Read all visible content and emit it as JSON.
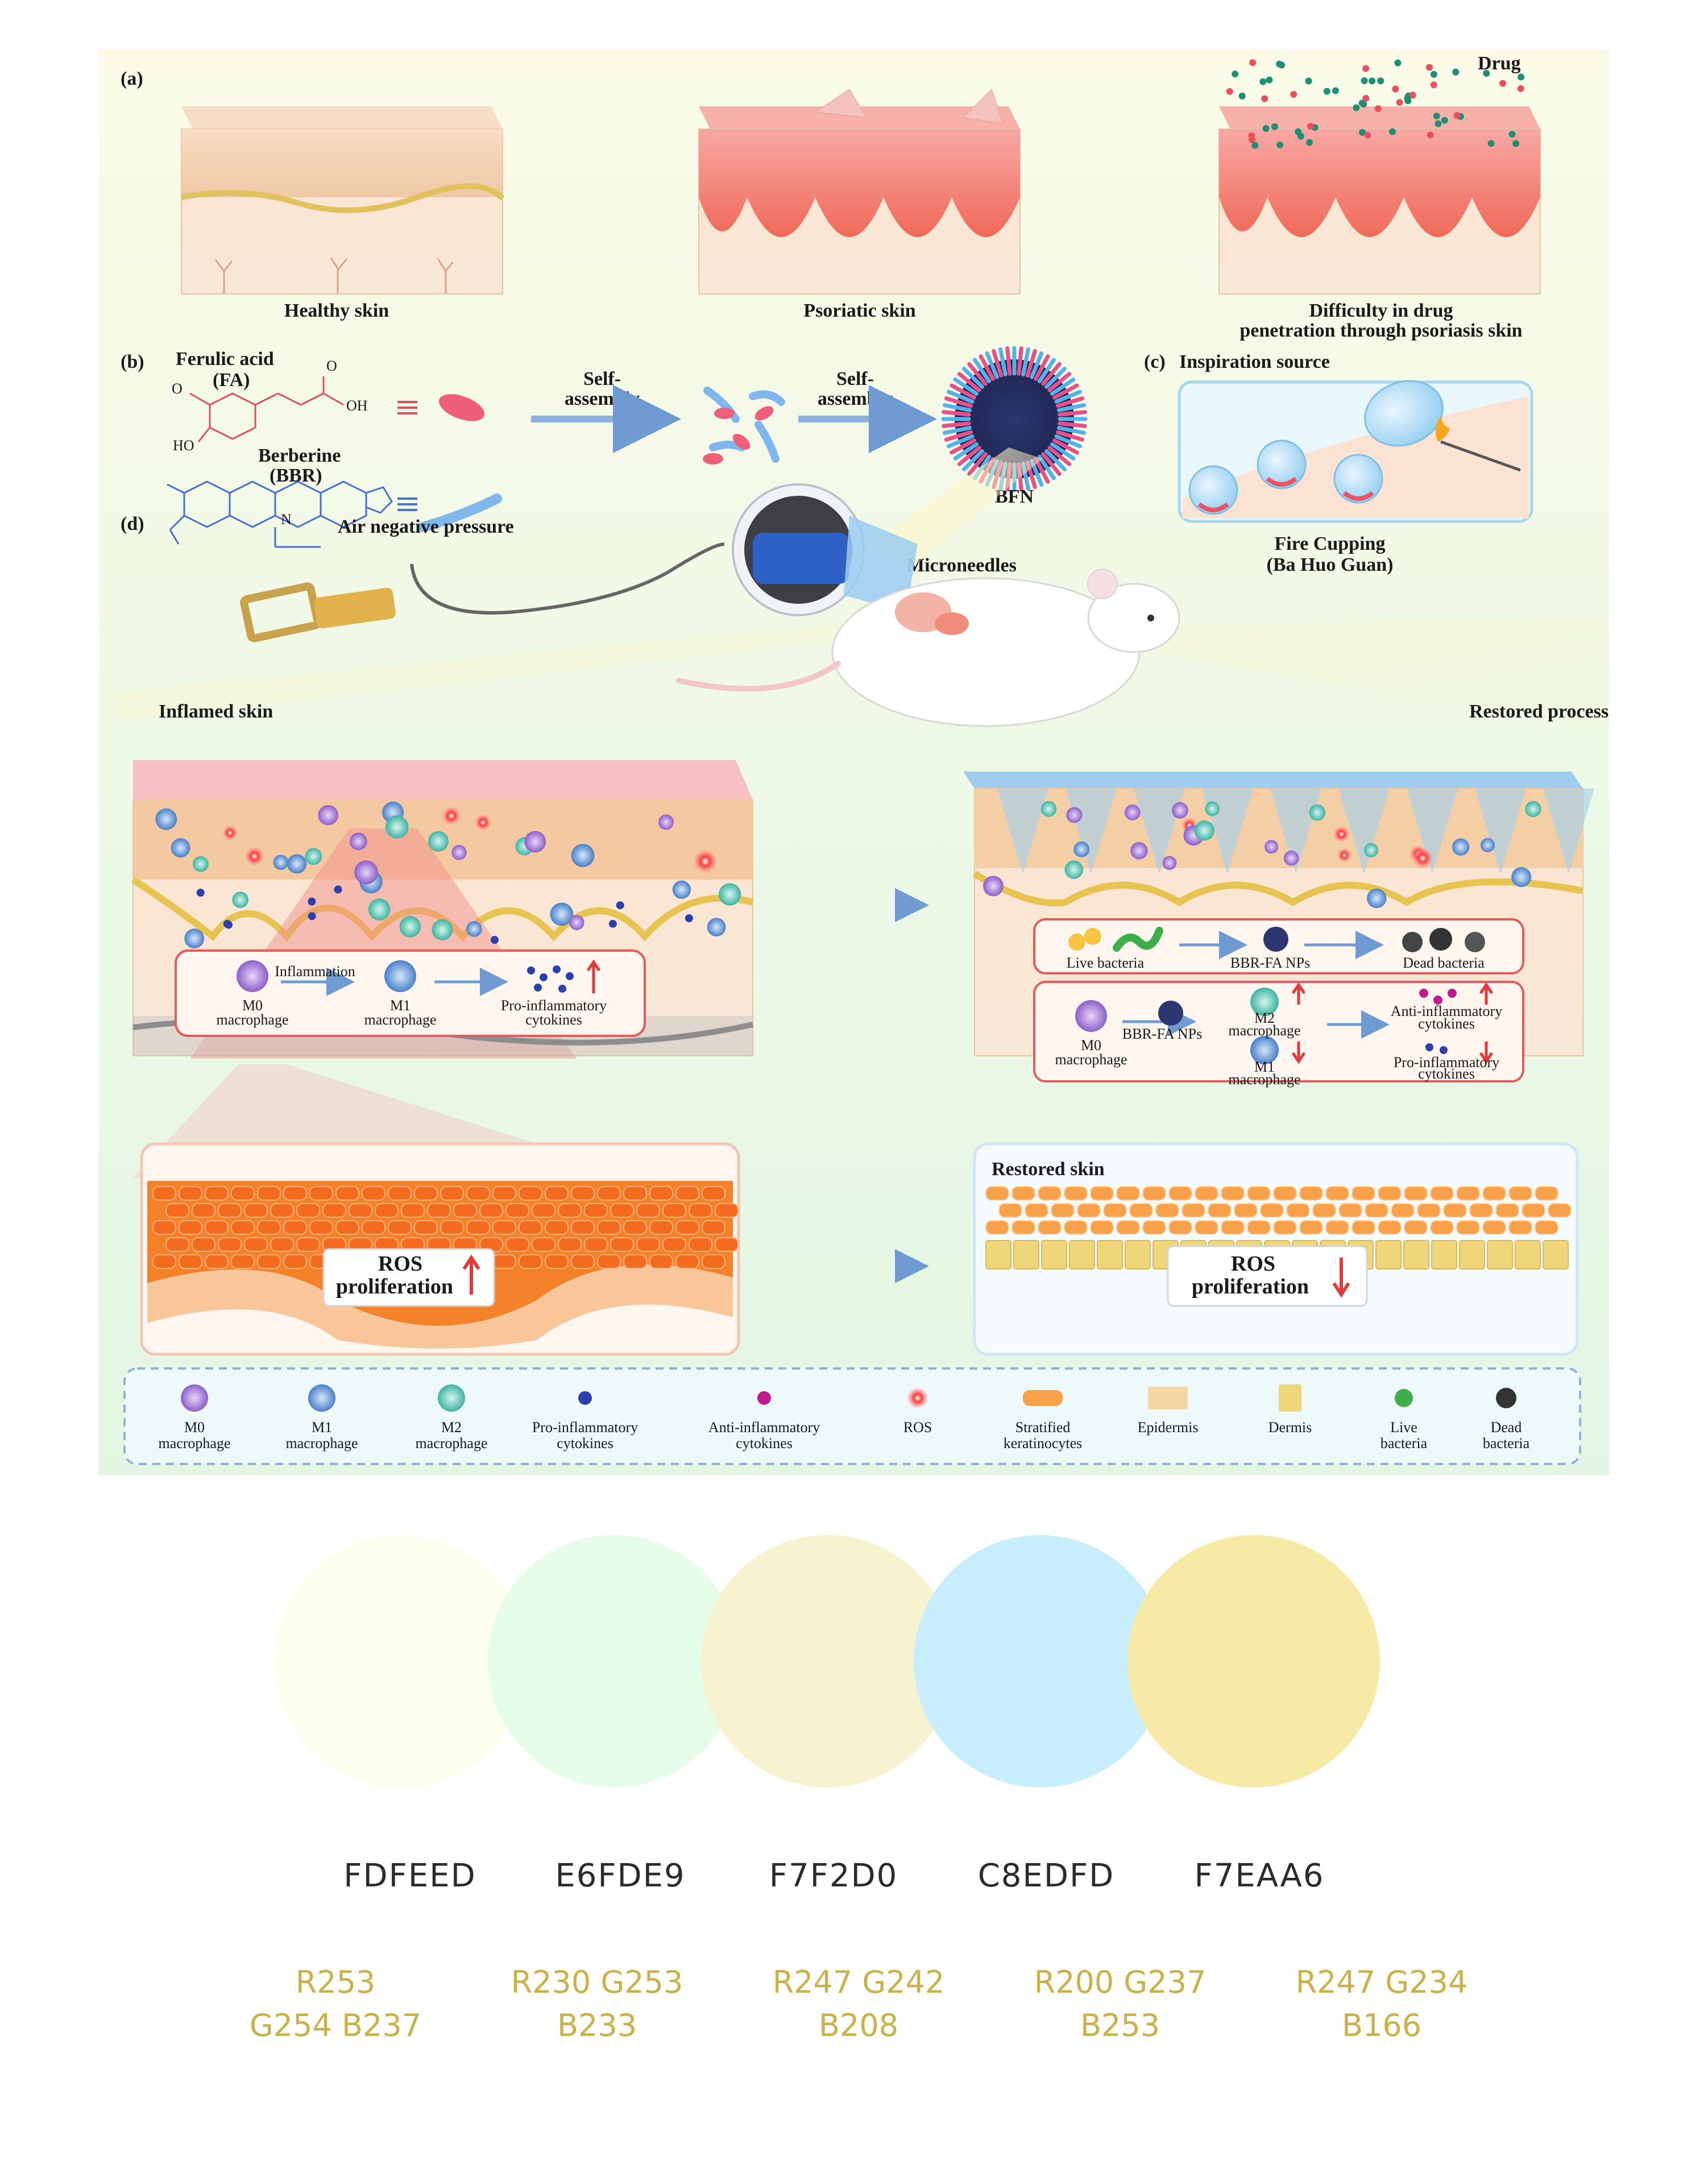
{
  "figure": {
    "panel_a": {
      "tag": "(a)",
      "healthy": "Healthy skin",
      "psoriatic": "Psoriatic skin",
      "difficulty_line1": "Difficulty in drug",
      "difficulty_line2": "penetration through psoriasis skin",
      "drug": "Drug"
    },
    "panel_b": {
      "tag": "(b)",
      "fa_name": "Ferulic acid",
      "fa_abbr": "(FA)",
      "bbr_name": "Berberine",
      "bbr_abbr": "(BBR)",
      "oh": "OH",
      "ho": "HO",
      "self_assembly_1a": "Self-",
      "self_assembly_1b": "assembly",
      "self_assembly_2a": "Self-",
      "self_assembly_2b": "assembly",
      "bfn": "BFN"
    },
    "panel_c": {
      "tag": "(c)",
      "title": "Inspiration source",
      "caption1": "Fire Cupping",
      "caption2": "(Ba Huo Guan)"
    },
    "panel_d": {
      "tag": "(d)",
      "air": "Air negative pressure",
      "microneedles": "Microneedles",
      "inflamed": "Inflamed skin",
      "restored_process": "Restored process",
      "m0a": "M0",
      "m0b": "macrophage",
      "inflammation": "Inflammation",
      "m1a": "M1",
      "m1b": "macrophage",
      "pro1": "Pro-inflammatory",
      "pro2": "cytokines",
      "live_bacteria": "Live bacteria",
      "bbr_fa_nps": "BBR-FA NPs",
      "dead_bacteria": "Dead bacteria",
      "m2a": "M2",
      "m2b": "macrophage",
      "anti1": "Anti-inflammatory",
      "anti2": "cytokines",
      "ros": "ROS",
      "proliferation": "proliferation",
      "restored_skin": "Restored skin"
    },
    "legend": [
      {
        "l1": "M0",
        "l2": "macrophage"
      },
      {
        "l1": "M1",
        "l2": "macrophage"
      },
      {
        "l1": "M2",
        "l2": "macrophage"
      },
      {
        "l1": "Pro-inflammatory",
        "l2": "cytokines"
      },
      {
        "l1": "Anti-inflammatory",
        "l2": "cytokines"
      },
      {
        "l1": "ROS",
        "l2": ""
      },
      {
        "l1": "Stratified",
        "l2": "keratinocytes"
      },
      {
        "l1": "Epidermis",
        "l2": ""
      },
      {
        "l1": "Dermis",
        "l2": ""
      },
      {
        "l1": "Live",
        "l2": "bacteria"
      },
      {
        "l1": "Dead",
        "l2": "bacteria"
      }
    ]
  },
  "palette": [
    {
      "color": "#FDFEED",
      "hex": "FDFEED",
      "rgb1": "R253",
      "rgb2": "G254 B237"
    },
    {
      "color": "#E6FDE9",
      "hex": "E6FDE9",
      "rgb1": "R230 G253",
      "rgb2": "B233"
    },
    {
      "color": "#F7F2D0",
      "hex": "F7F2D0",
      "rgb1": "R247 G242",
      "rgb2": "B208"
    },
    {
      "color": "#C8EDFD",
      "hex": "C8EDFD",
      "rgb1": "R200 G237",
      "rgb2": "B253"
    },
    {
      "color": "#F7EAA6",
      "hex": "F7EAA6",
      "rgb1": "R247 G234",
      "rgb2": "B166"
    }
  ]
}
